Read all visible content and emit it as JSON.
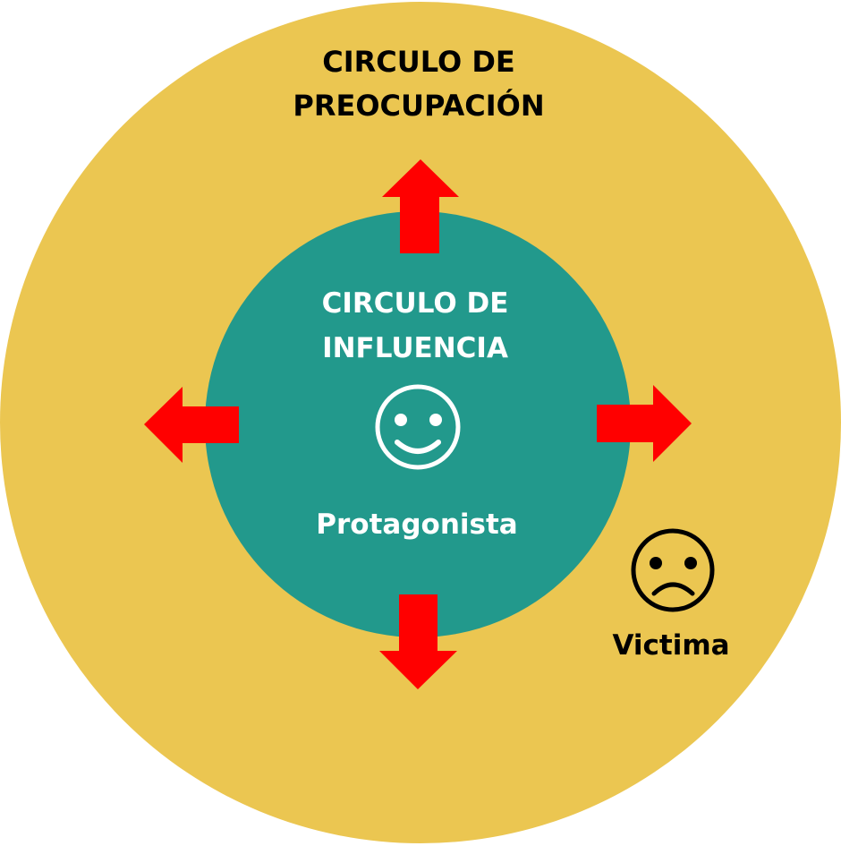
{
  "outer_circle": {
    "title_line1": "CIRCULO DE",
    "title_line2": "PREOCUPACIÓN",
    "color": "#EBC651"
  },
  "inner_circle": {
    "title_line1": "CIRCULO DE",
    "title_line2": "INFLUENCIA",
    "label": "Protagonista",
    "color": "#22998C"
  },
  "victim": {
    "label": "Victima"
  },
  "icons": {
    "happy": "smiley-face-icon",
    "sad": "sad-face-icon",
    "arrows": "expand-arrow-icon"
  },
  "arrow_color": "#FF0000"
}
